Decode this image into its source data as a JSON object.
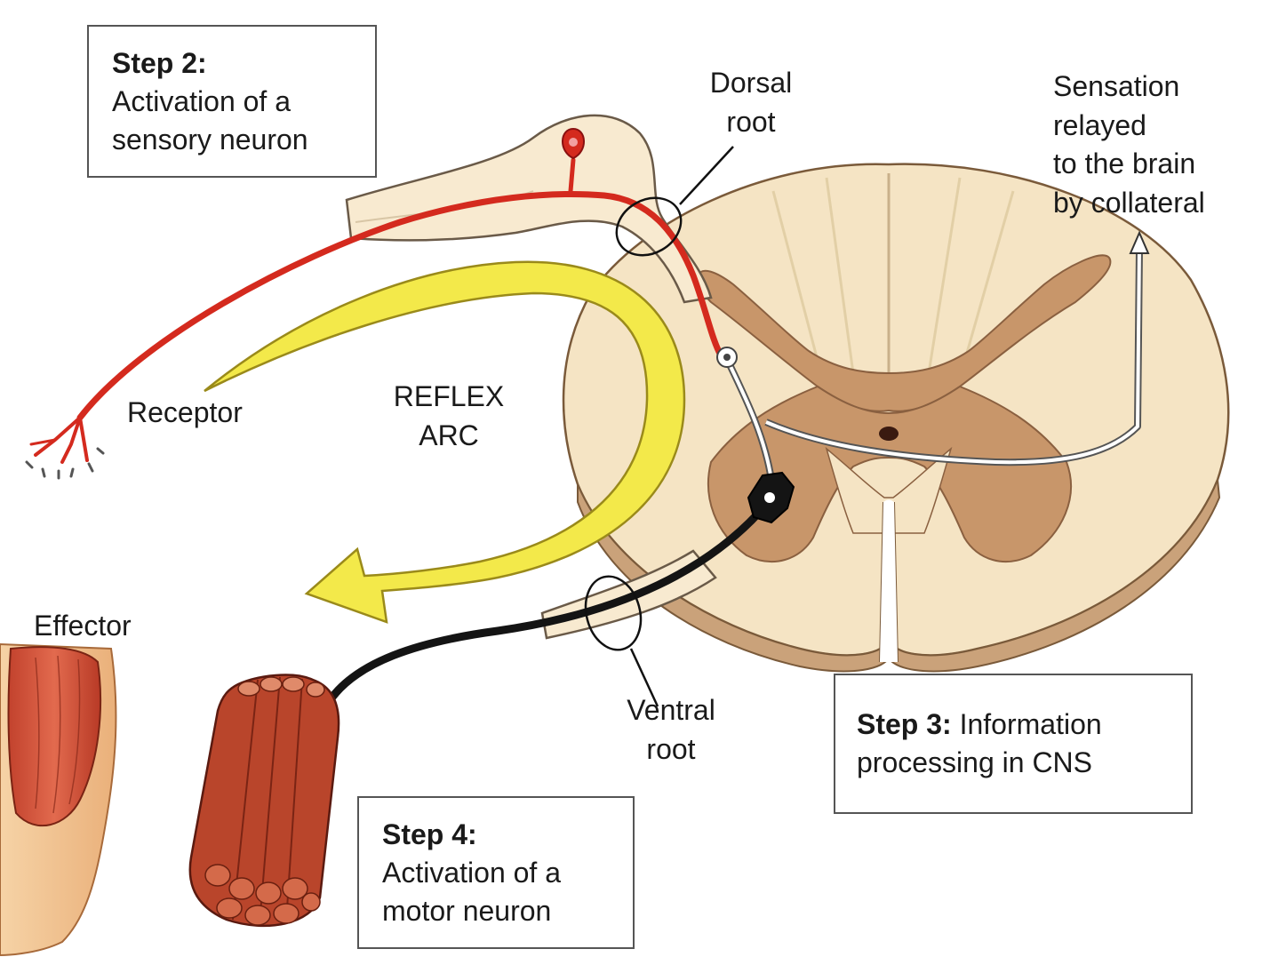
{
  "steps": {
    "step2": {
      "heading": "Step 2:",
      "line1": "Activation of a",
      "line2": "sensory neuron"
    },
    "step3": {
      "heading": "Step 3:",
      "line1": "Information",
      "line2": "processing in CNS"
    },
    "step4": {
      "heading": "Step 4:",
      "line1": "Activation of a",
      "line2": "motor neuron"
    }
  },
  "labels": {
    "dorsal_root": [
      "Dorsal",
      "root"
    ],
    "sensation": [
      "Sensation",
      "relayed",
      "to the brain",
      "by collateral"
    ],
    "receptor": "Receptor",
    "reflex_arc": [
      "REFLEX",
      "ARC"
    ],
    "effector": "Effector",
    "ventral_root": [
      "Ventral",
      "root"
    ]
  },
  "colors": {
    "white_matter": "#f5e4c4",
    "gray_matter": "#c8966a",
    "sensory_neuron": "#d42a1e",
    "motor_neuron": "#141414",
    "reflex_arrow": "#f3e94a",
    "muscle": "#b9452b",
    "skin": "#f5c792"
  }
}
